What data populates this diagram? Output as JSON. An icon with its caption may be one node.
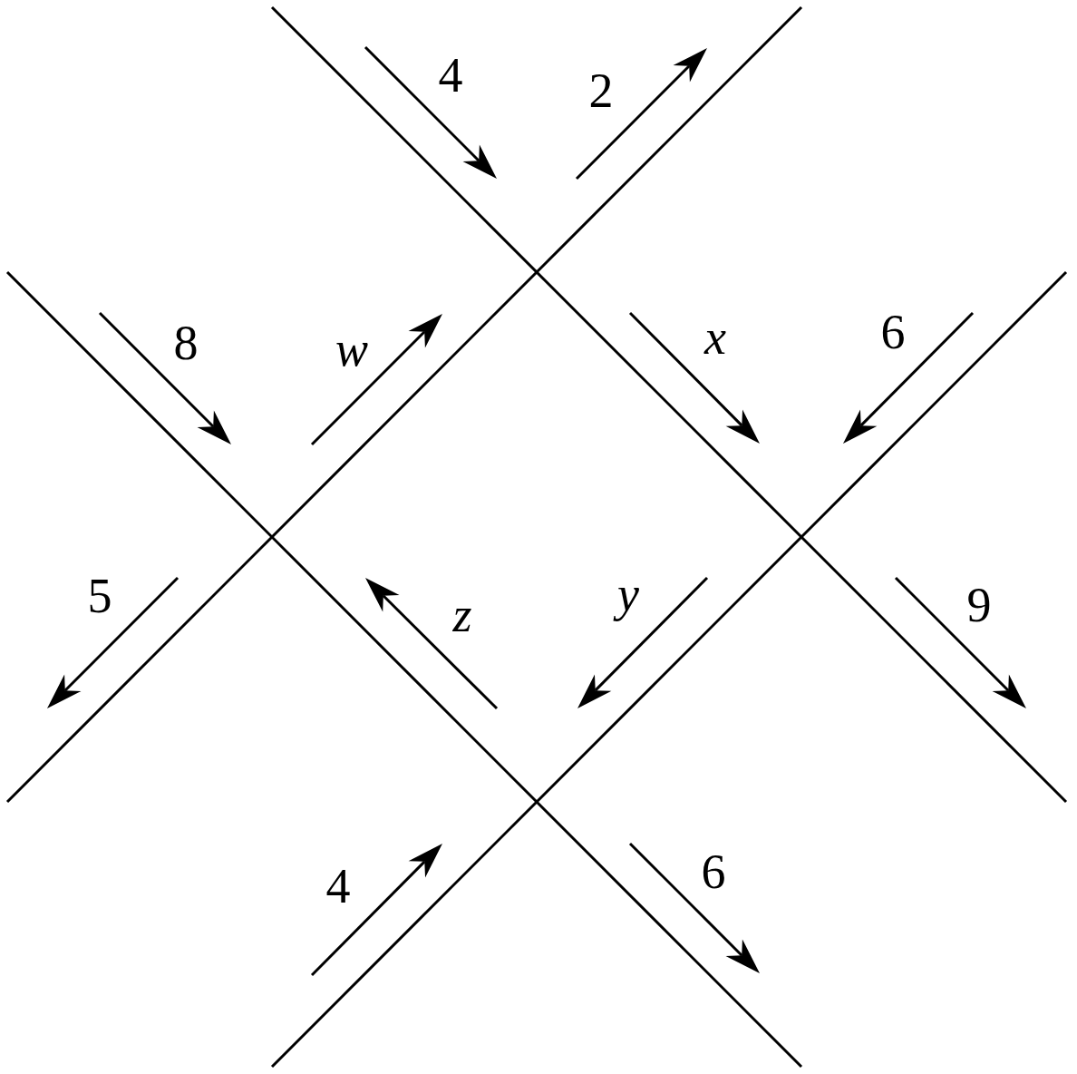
{
  "diagram": {
    "labels": [
      "4",
      "2",
      "8",
      "w",
      "x",
      "6",
      "5",
      "z",
      "y",
      "9",
      "4",
      "6"
    ]
  }
}
